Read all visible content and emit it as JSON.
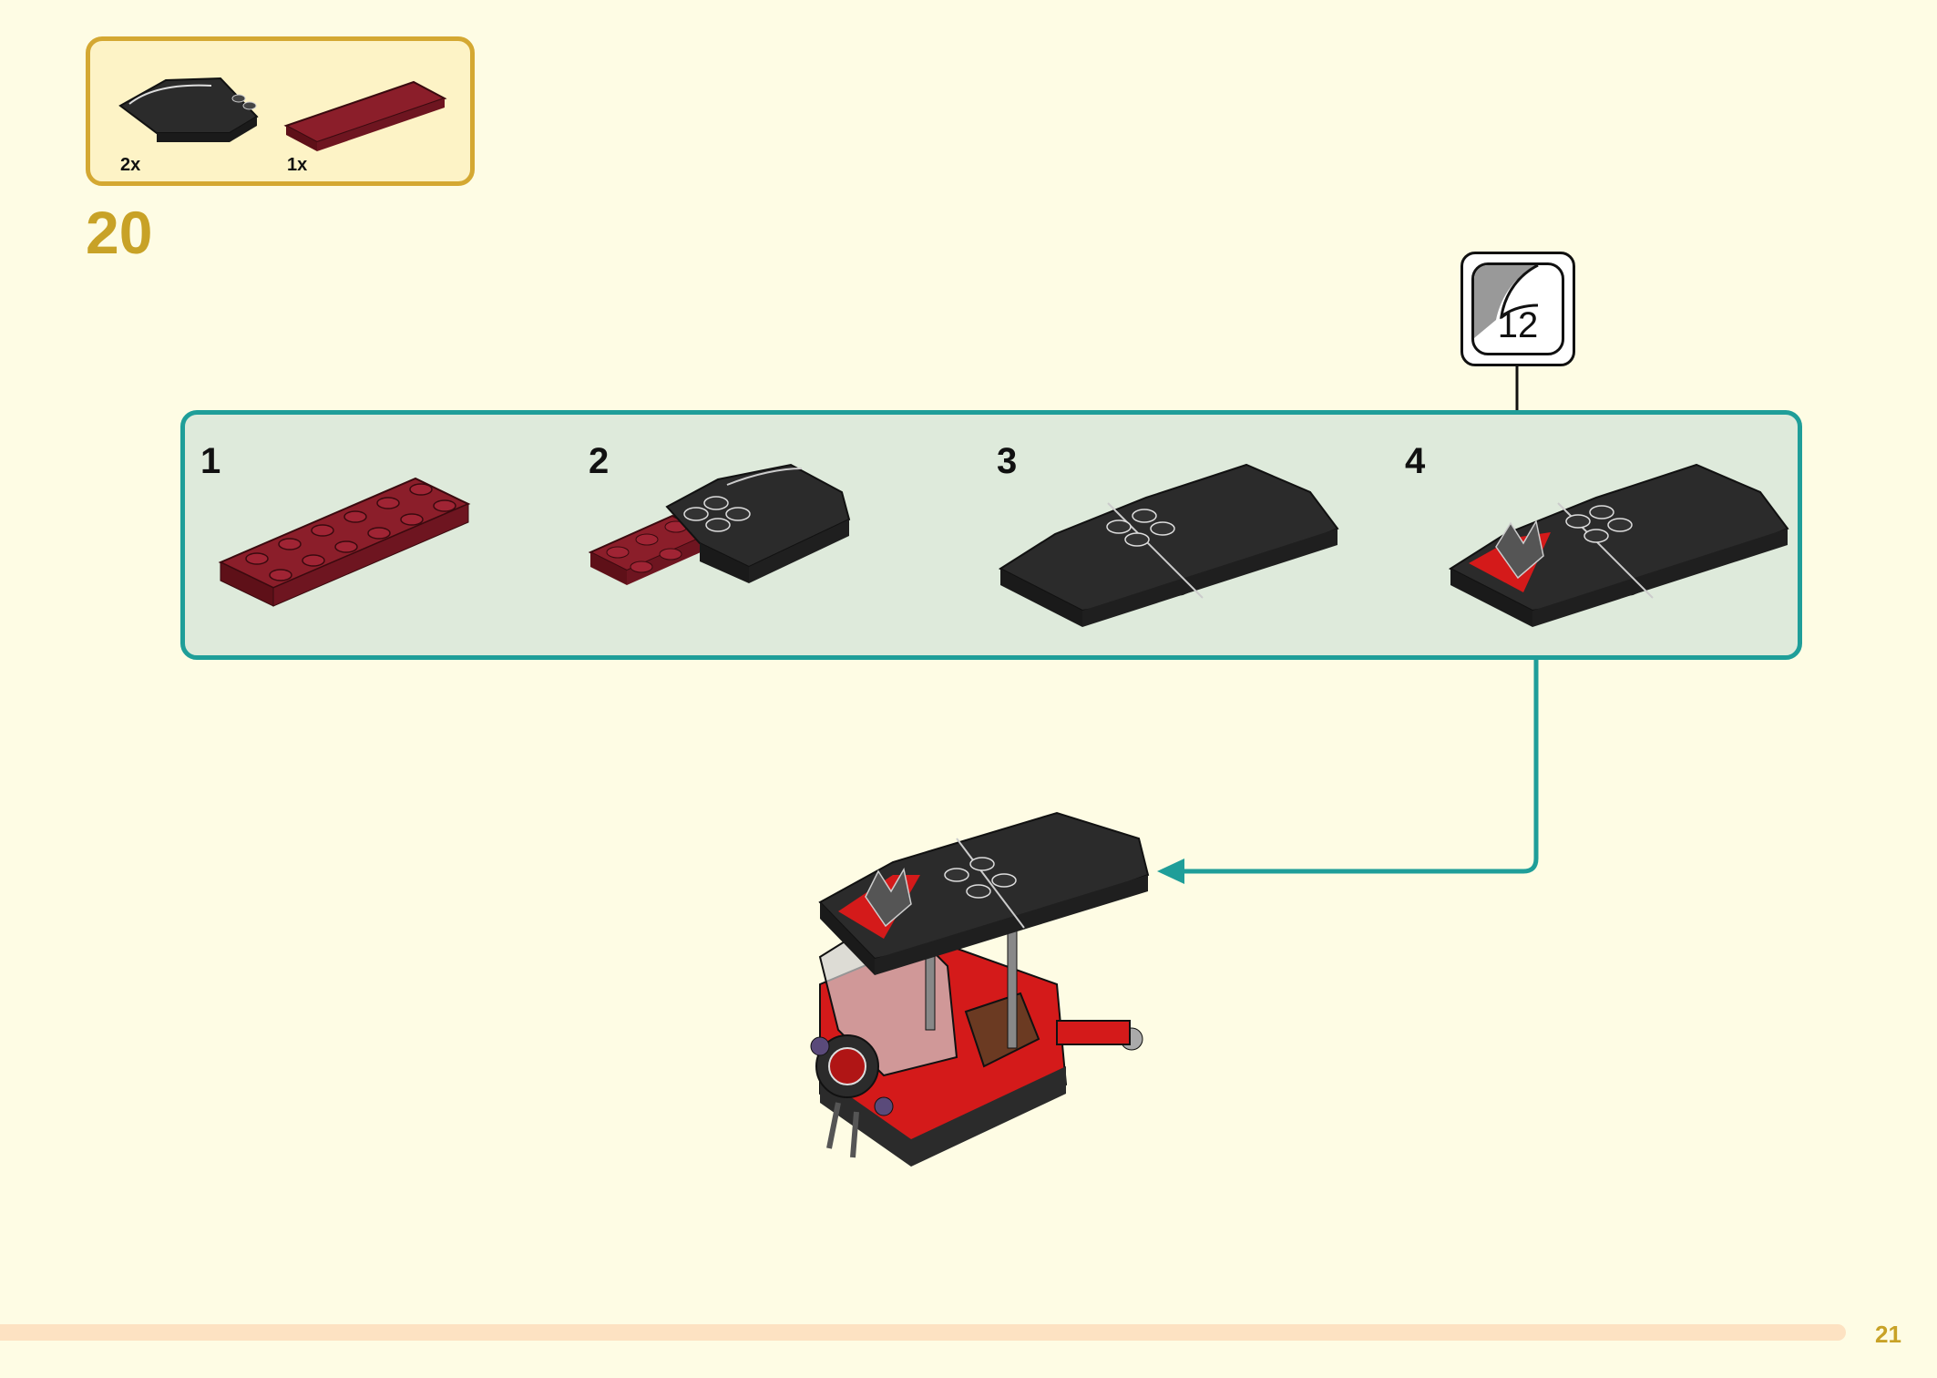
{
  "parts_list": {
    "items": [
      {
        "part": "black-curved-slope-2x4",
        "quantity": "2x"
      },
      {
        "part": "dark-red-plate-2x6",
        "quantity": "1x"
      }
    ]
  },
  "step": {
    "number": "20"
  },
  "substeps": [
    {
      "label": "1",
      "part": "dark-red-plate-2x6"
    },
    {
      "label": "2",
      "part": "plate-with-curved-slope"
    },
    {
      "label": "3",
      "part": "two-curved-slopes-joined"
    },
    {
      "label": "4",
      "part": "roof-with-sticker-applied"
    }
  ],
  "sticker": {
    "number": "12"
  },
  "page": {
    "number": "21"
  },
  "colors": {
    "background": "#fefce4",
    "step_accent": "#c8a227",
    "substep_border": "#1f9e99",
    "brick_dark_red": "#7a1a24",
    "brick_black": "#2b2b2b",
    "brick_red": "#d41a1a"
  }
}
